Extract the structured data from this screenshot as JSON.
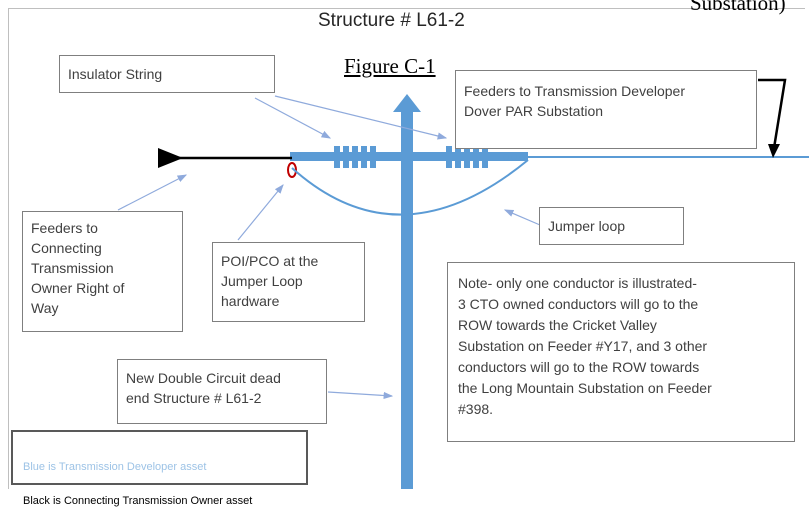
{
  "page_header_fragment": "Substation)",
  "structure_title": "Structure # L61-2",
  "figure_caption": "Figure C-1",
  "labels": {
    "insulator_string": "Insulator String",
    "feeders_developer": "Feeders to Transmission Developer\nDover PAR Substation",
    "feeders_connecting": "Feeders to\nConnecting\nTransmission\nOwner Right of\nWay",
    "poi_pco": "POI/PCO at the\nJumper Loop\nhardware",
    "jumper_loop": "Jumper loop",
    "note": "Note- only one conductor is illustrated-\n3 CTO owned conductors will go to the\nROW towards the Cricket Valley\nSubstation on Feeder #Y17, and 3 other\nconductors will go to the ROW towards\nthe Long Mountain Substation on Feeder\n#398.",
    "new_structure": "New Double Circuit dead\nend Structure # L61-2"
  },
  "legend": {
    "blue_text": "Blue is Transmission Developer asset",
    "black_text": "Black is Connecting Transmission Owner asset"
  },
  "colors": {
    "developer_asset": "#5b9bd5",
    "connecting_owner_asset": "#000000",
    "poi_marker": "#c00000",
    "label_text": "#404040"
  }
}
